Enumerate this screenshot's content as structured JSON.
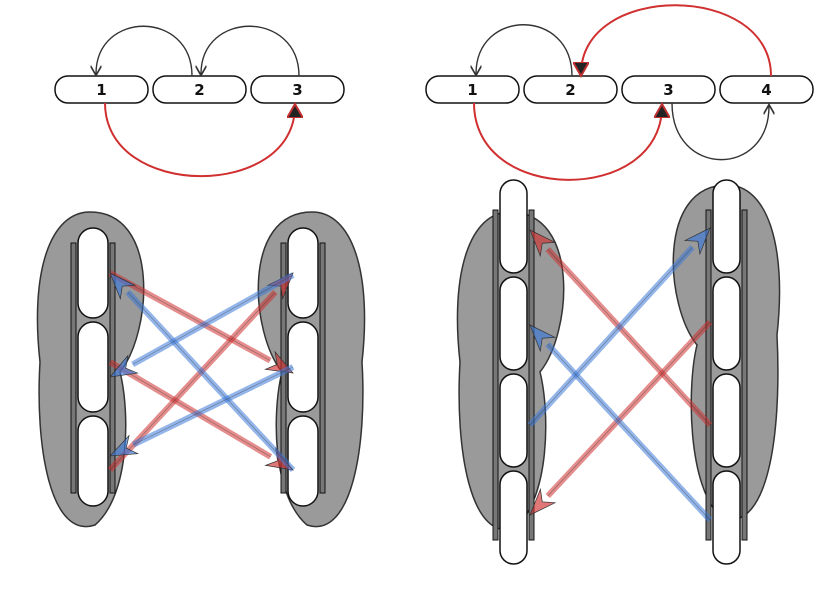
{
  "colors": {
    "red": "#d03030",
    "blue": "#3a78d8",
    "foot": "#9a9a9a",
    "outline": "#222222"
  },
  "left_diagram": {
    "positions": [
      "1",
      "2",
      "3"
    ]
  },
  "right_diagram": {
    "positions": [
      "1",
      "2",
      "3",
      "4"
    ]
  }
}
